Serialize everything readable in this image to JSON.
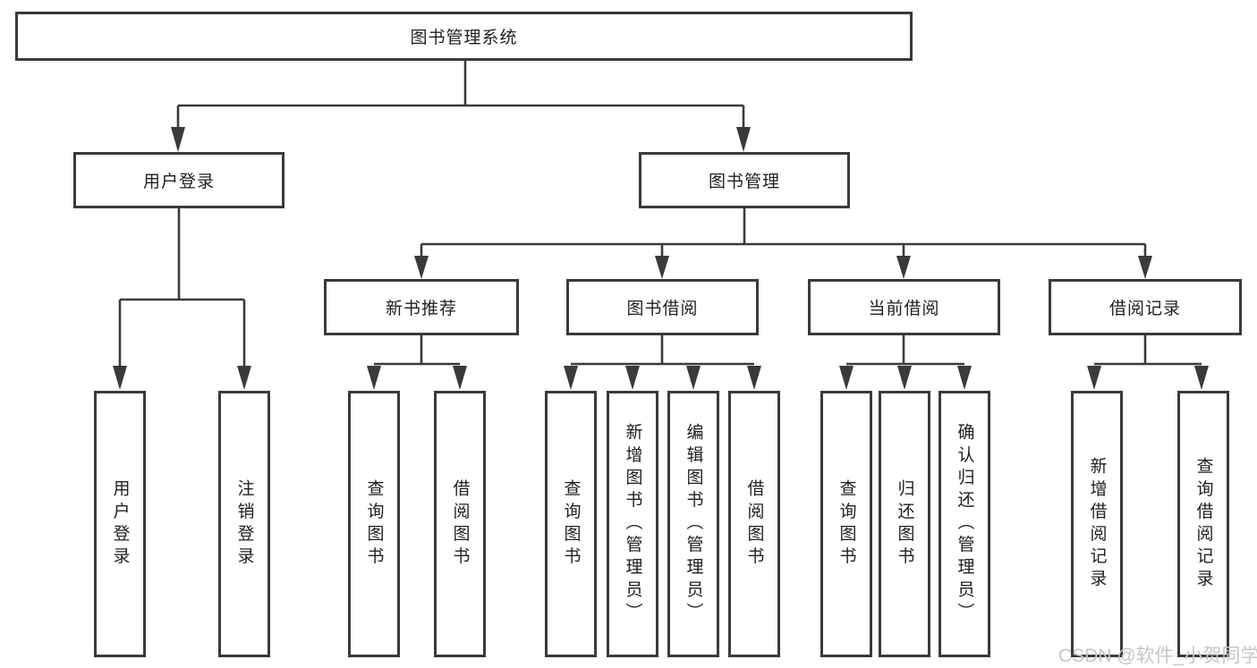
{
  "tree": {
    "root": {
      "label": "图书管理系统"
    },
    "level2": [
      {
        "label": "用户登录"
      },
      {
        "label": "图书管理"
      }
    ],
    "level3": [
      {
        "label": "新书推荐"
      },
      {
        "label": "图书借阅"
      },
      {
        "label": "当前借阅"
      },
      {
        "label": "借阅记录"
      }
    ],
    "leaves": {
      "user_login": [
        {
          "label": "用户登录"
        },
        {
          "label": "注销登录"
        }
      ],
      "new_books": [
        {
          "label": "查询图书"
        },
        {
          "label": "借阅图书"
        }
      ],
      "book_borrow": [
        {
          "label": "查询图书"
        },
        {
          "label": "新增图书（管理员）"
        },
        {
          "label": "编辑图书（管理员）"
        },
        {
          "label": "借阅图书"
        }
      ],
      "current_borrow": [
        {
          "label": "查询图书"
        },
        {
          "label": "归还图书"
        },
        {
          "label": "确认归还（管理员）"
        }
      ],
      "borrow_records": [
        {
          "label": "新增借阅记录"
        },
        {
          "label": "查询借阅记录"
        }
      ]
    }
  },
  "watermark": {
    "text": "CSDN @软件_小贺同学"
  },
  "colors": {
    "line": "#3a3a3a",
    "text": "#1f1f1f",
    "background": "#ffffff",
    "watermark": "#c6c6c6"
  }
}
